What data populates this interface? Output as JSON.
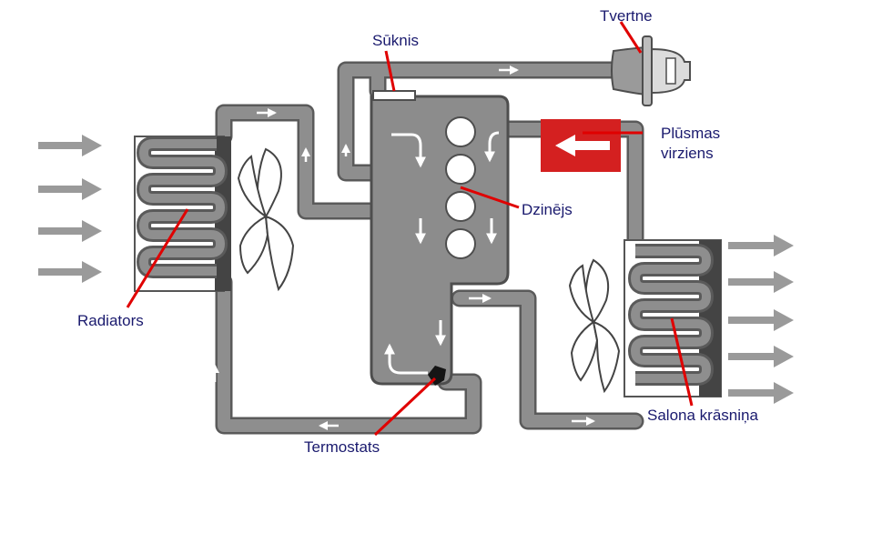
{
  "labels": {
    "pump": "Sūknis",
    "tank": "Tvertne",
    "flow_direction": "Plūsmas\nvirziens",
    "engine": "Dzinējs",
    "radiator": "Radiators",
    "thermostat": "Termostats",
    "cabin_heater": "Salona krāsniņa"
  },
  "colors": {
    "label_text": "#1a1a6e",
    "leader_line": "#e00000",
    "pipe": "#8e8e8e",
    "pipe_outline": "#5a5a5a",
    "flow_box": "#d42020",
    "air_arrow": "#9a9a9a"
  }
}
